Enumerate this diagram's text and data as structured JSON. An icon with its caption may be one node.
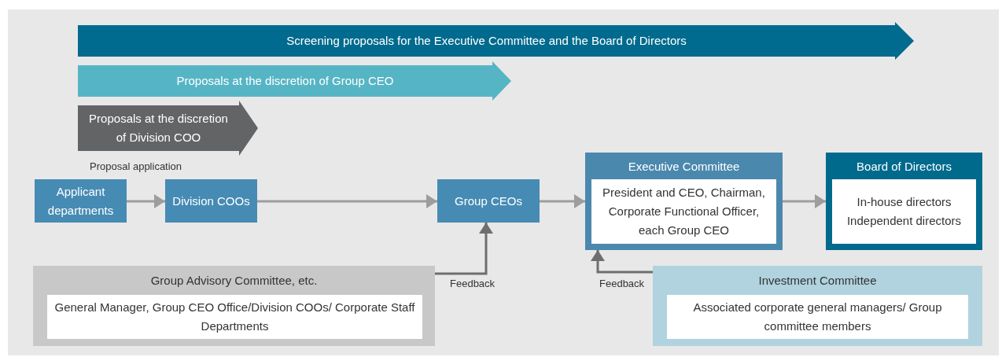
{
  "diagram": {
    "nodes": [
      {
        "text": [
          "Screening proposals for the Executive Committee and the Board of Directors"
        ]
      },
      {
        "text": [
          "Proposals at the discretion of Group CEO"
        ]
      },
      {
        "text": [
          "Proposals at the discretion of Division COO"
        ]
      },
      {
        "text": [
          "Applicant departments"
        ]
      },
      {
        "text": [
          "Division COOs"
        ]
      },
      {
        "text": [
          "Group CEOs"
        ]
      },
      {
        "text": [
          "Executive Committee"
        ]
      },
      {
        "text": [
          "President and CEO, Chairman, Corporate Functional Officer, each Group CEO"
        ],
        "in": 6
      },
      {
        "text": [
          "Board of Directors"
        ]
      },
      {
        "text": [
          "In-house directors",
          "Independent directors"
        ],
        "in": 8
      },
      {
        "text": [
          "Group Advisory Committee, etc."
        ]
      },
      {
        "text": [
          "General Manager, Group CEO Office/Division COOs/ Corporate Staff Departments"
        ],
        "in": 10
      },
      {
        "text": [
          "Investment Committee"
        ]
      },
      {
        "text": [
          "Associated corporate general managers/ Group committee members"
        ],
        "in": 12
      }
    ],
    "edges": [
      {
        "from": 3,
        "to": 4,
        "arrow": "to",
        "label": "Proposal application"
      },
      {
        "from": 4,
        "to": 5,
        "arrow": "to"
      },
      {
        "from": 5,
        "to": 6,
        "arrow": "to"
      },
      {
        "from": 6,
        "to": 8,
        "arrow": "to"
      },
      {
        "from": 10,
        "to": 5,
        "arrow": "to",
        "label": "Feedback",
        "color": "#6d6e70"
      },
      {
        "from": 12,
        "to": 6,
        "arrow": "to",
        "label": "Feedback",
        "color": "#6d6e70"
      }
    ]
  }
}
